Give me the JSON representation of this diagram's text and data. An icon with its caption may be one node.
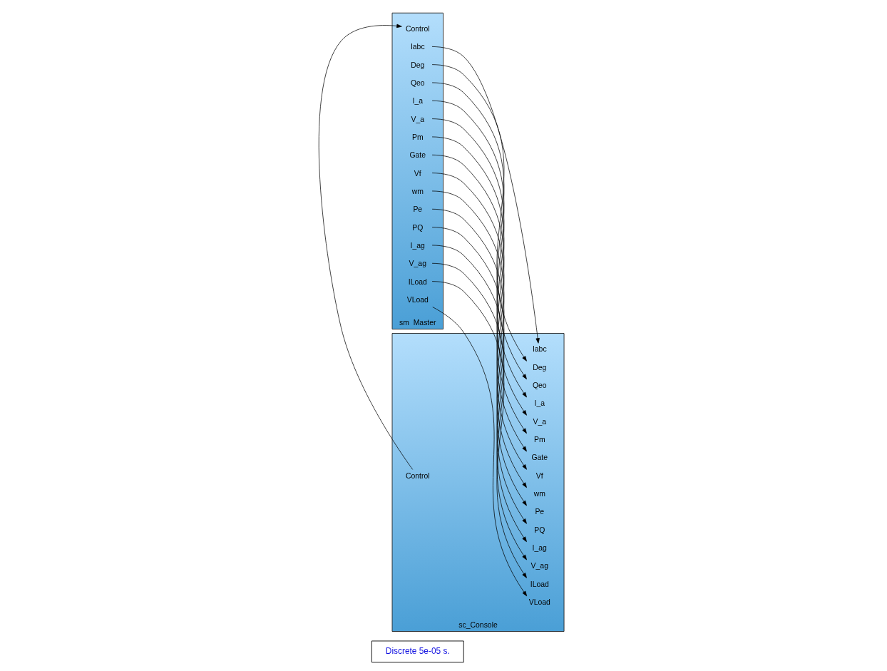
{
  "diagram": {
    "nodes": [
      {
        "text": [
          "Discrete 5e-05 s."
        ]
      },
      {
        "text": [
          "sm  Master"
        ]
      },
      {
        "text": [
          "Control"
        ],
        "in": 1
      },
      {
        "text": [
          "Iabc"
        ],
        "in": 1
      },
      {
        "text": [
          "Deg"
        ],
        "in": 1
      },
      {
        "text": [
          "Qeo"
        ],
        "in": 1
      },
      {
        "text": [
          "I_a"
        ],
        "in": 1
      },
      {
        "text": [
          "V_a"
        ],
        "in": 1
      },
      {
        "text": [
          "Pm"
        ],
        "in": 1
      },
      {
        "text": [
          "Gate"
        ],
        "in": 1
      },
      {
        "text": [
          "Vf"
        ],
        "in": 1
      },
      {
        "text": [
          "wm"
        ],
        "in": 1
      },
      {
        "text": [
          "Pe"
        ],
        "in": 1
      },
      {
        "text": [
          "PQ"
        ],
        "in": 1
      },
      {
        "text": [
          "I_ag"
        ],
        "in": 1
      },
      {
        "text": [
          "V_ag"
        ],
        "in": 1
      },
      {
        "text": [
          "ILoad"
        ],
        "in": 1
      },
      {
        "text": [
          "VLoad"
        ],
        "in": 1
      },
      {
        "text": [
          "sc_Console"
        ]
      },
      {
        "text": [
          "Iabc"
        ],
        "in": 18
      },
      {
        "text": [
          "Deg"
        ],
        "in": 18
      },
      {
        "text": [
          "Qeo"
        ],
        "in": 18
      },
      {
        "text": [
          "I_a"
        ],
        "in": 18
      },
      {
        "text": [
          "V_a"
        ],
        "in": 18
      },
      {
        "text": [
          "Pm"
        ],
        "in": 18
      },
      {
        "text": [
          "Gate"
        ],
        "in": 18
      },
      {
        "text": [
          "Vf"
        ],
        "in": 18
      },
      {
        "text": [
          "wm"
        ],
        "in": 18
      },
      {
        "text": [
          "Pe"
        ],
        "in": 18
      },
      {
        "text": [
          "PQ"
        ],
        "in": 18
      },
      {
        "text": [
          "I_ag"
        ],
        "in": 18
      },
      {
        "text": [
          "V_ag"
        ],
        "in": 18
      },
      {
        "text": [
          "ILoad"
        ],
        "in": 18
      },
      {
        "text": [
          "VLoad"
        ],
        "in": 18
      },
      {
        "text": [
          "Control"
        ],
        "in": 18
      }
    ],
    "edges": [
      {
        "from": 3,
        "to": 19,
        "arrow": "to"
      },
      {
        "from": 4,
        "to": 20,
        "arrow": "to"
      },
      {
        "from": 5,
        "to": 21,
        "arrow": "to"
      },
      {
        "from": 6,
        "to": 22,
        "arrow": "to"
      },
      {
        "from": 7,
        "to": 23,
        "arrow": "to"
      },
      {
        "from": 8,
        "to": 24,
        "arrow": "to"
      },
      {
        "from": 9,
        "to": 25,
        "arrow": "to"
      },
      {
        "from": 10,
        "to": 26,
        "arrow": "to"
      },
      {
        "from": 11,
        "to": 27,
        "arrow": "to"
      },
      {
        "from": 12,
        "to": 28,
        "arrow": "to"
      },
      {
        "from": 13,
        "to": 29,
        "arrow": "to"
      },
      {
        "from": 14,
        "to": 30,
        "arrow": "to"
      },
      {
        "from": 15,
        "to": 31,
        "arrow": "to"
      },
      {
        "from": 16,
        "to": 32,
        "arrow": "to"
      },
      {
        "from": 17,
        "to": 33,
        "arrow": "to"
      },
      {
        "from": 34,
        "to": 2,
        "arrow": "to"
      }
    ]
  }
}
